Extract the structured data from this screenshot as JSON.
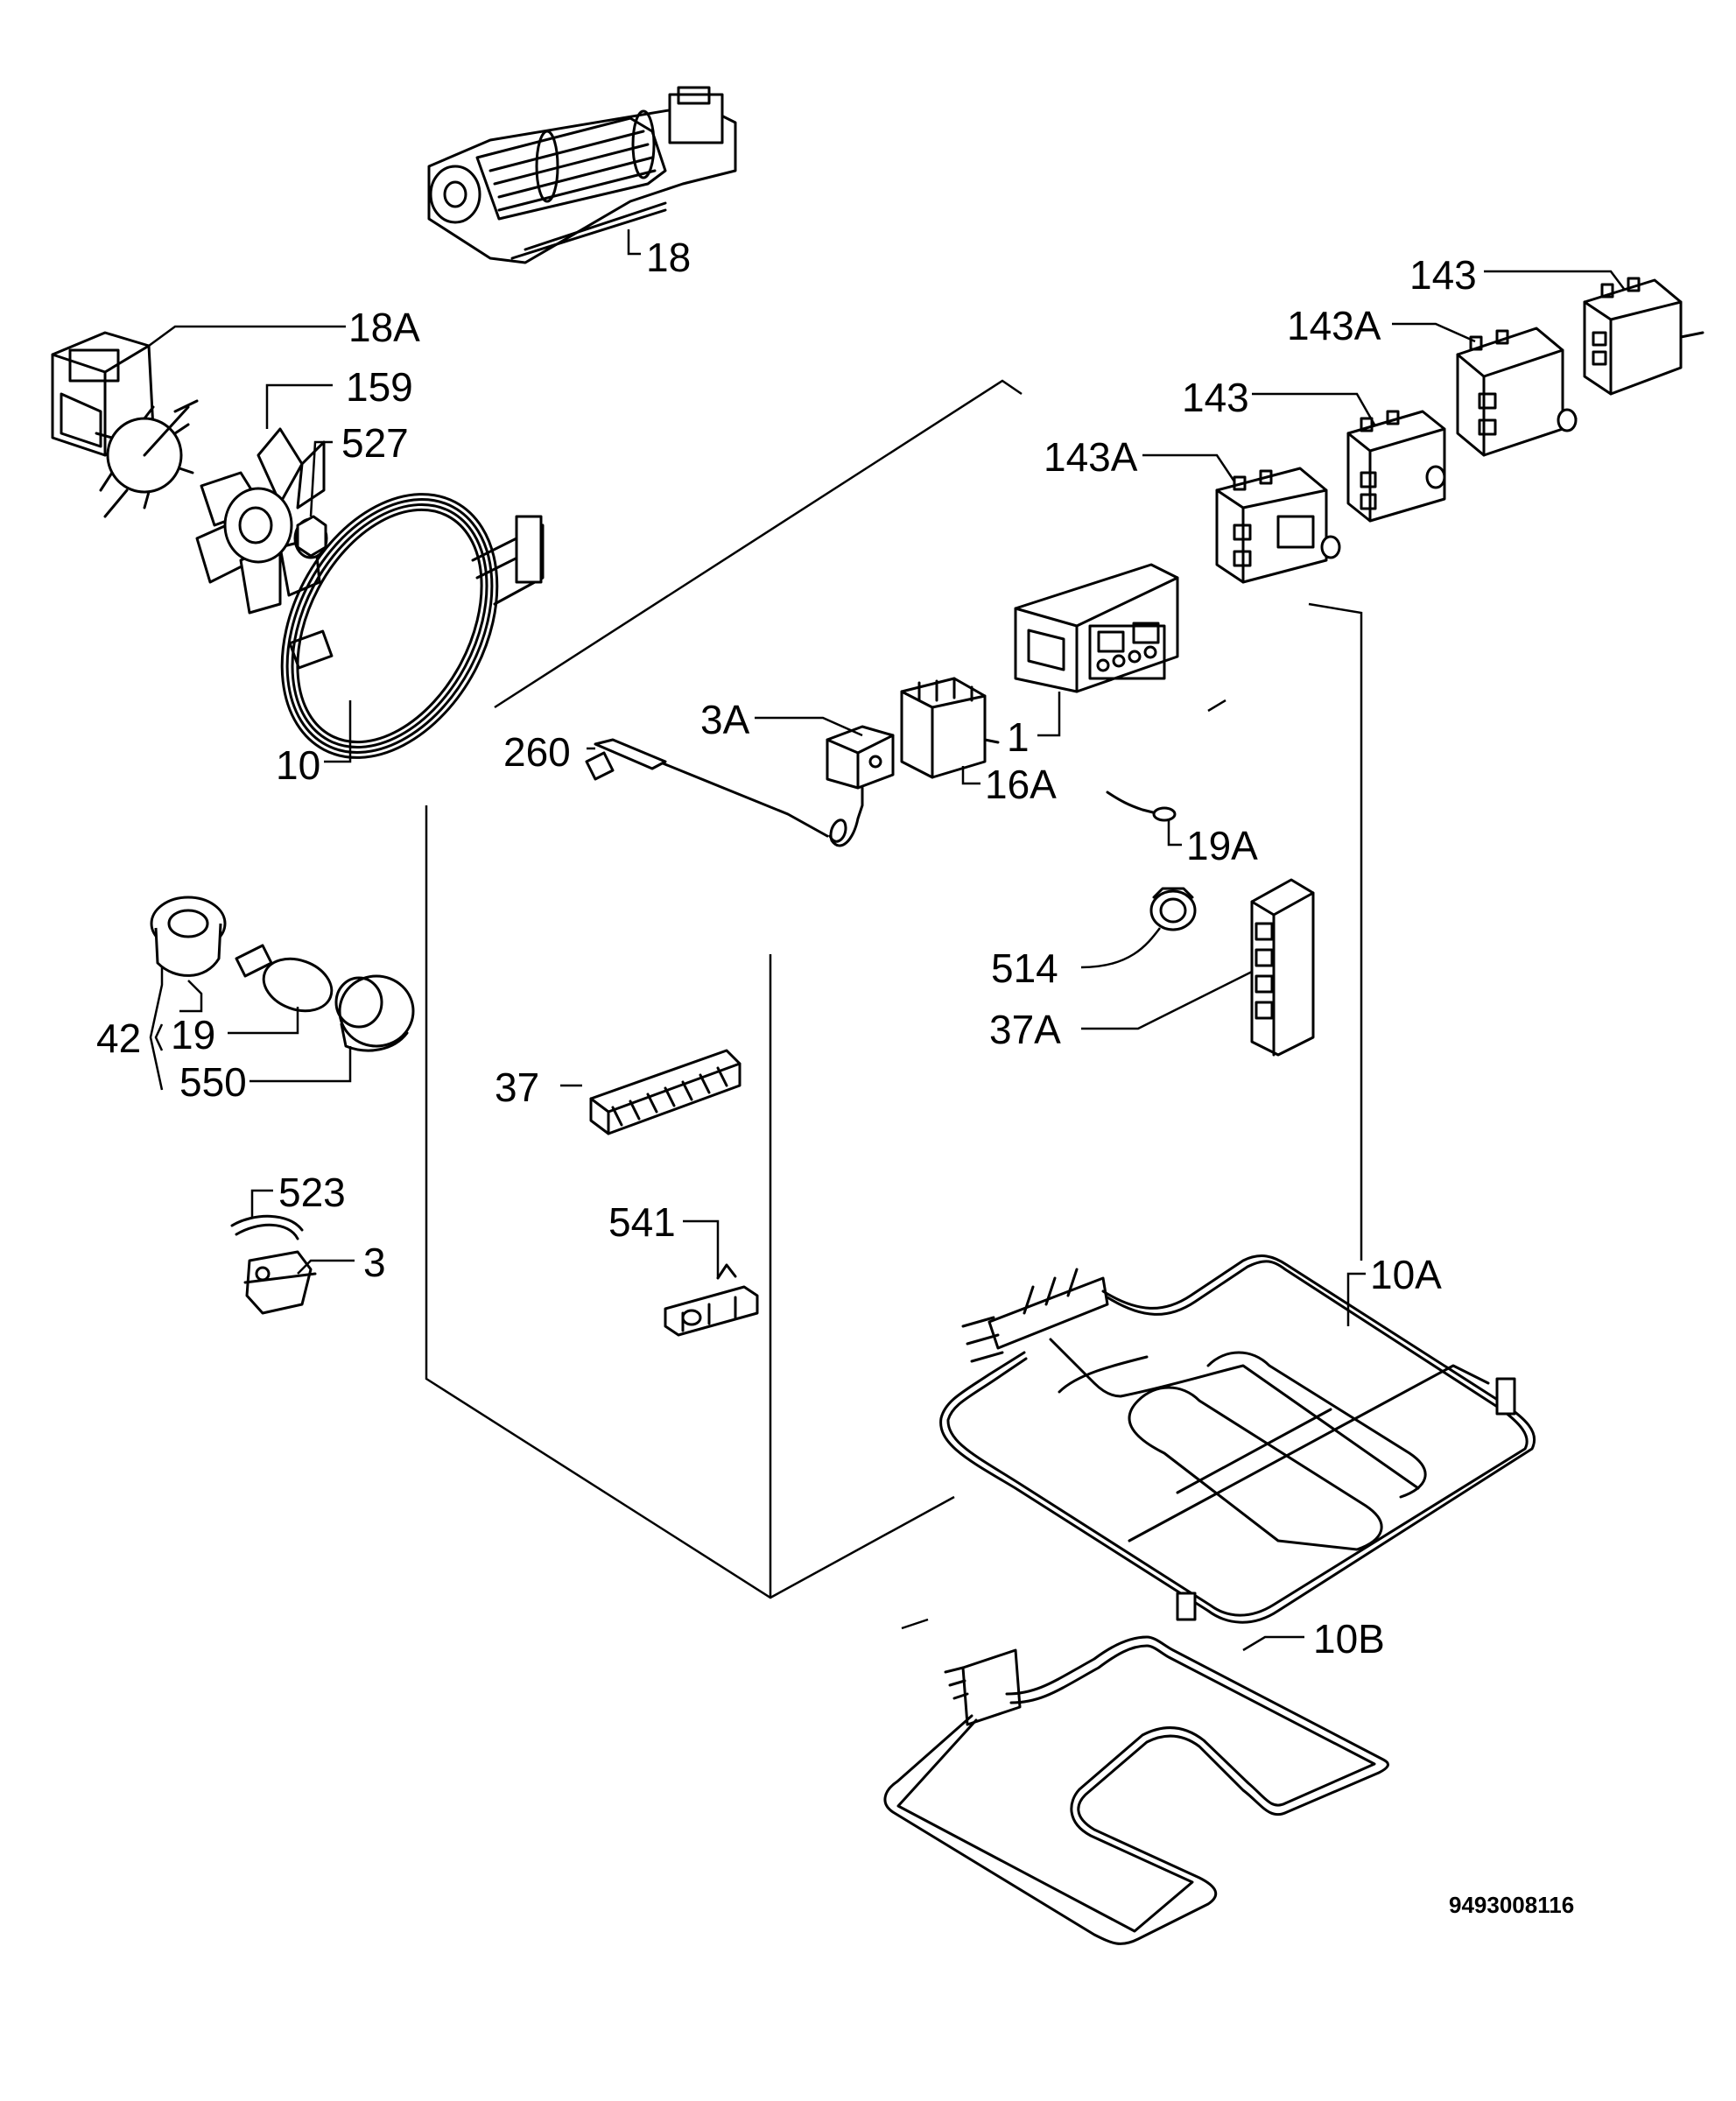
{
  "labels": {
    "l18": "18",
    "l18a": "18A",
    "l159": "159",
    "l527": "527",
    "l10": "10",
    "l143_1": "143",
    "l143a_1": "143A",
    "l143_2": "143",
    "l143a_2": "143A",
    "l1": "1",
    "l3a": "3A",
    "l260": "260",
    "l16a": "16A",
    "l19a": "19A",
    "l514": "514",
    "l37a": "37A",
    "l42": "42",
    "l19": "19",
    "l550": "550",
    "l37": "37",
    "l523": "523",
    "l3": "3",
    "l541": "541",
    "l10a": "10A",
    "l10b": "10B"
  },
  "reference_number": "9493008116"
}
